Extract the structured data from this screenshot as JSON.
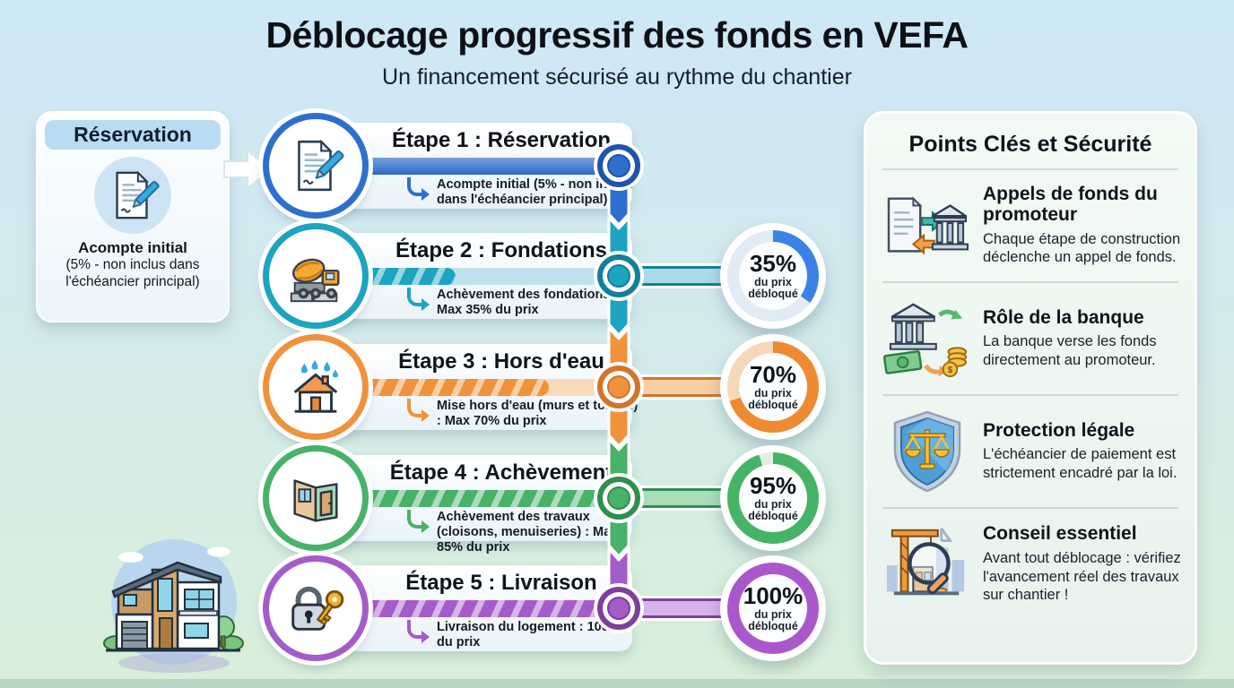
{
  "header": {
    "title": "Déblocage progressif des fonds en VEFA",
    "subtitle": "Un financement sécurisé au rythme du chantier"
  },
  "reservation_panel": {
    "title": "Réservation",
    "icon": "document-pen-icon",
    "label": "Acompte initial",
    "note": "(5% - non inclus dans l'échéancier principal)"
  },
  "timeline": {
    "steps": [
      {
        "title": "Étape 1 : Réservation",
        "description": "Acompte initial (5% - non inclus dans l'échéancier principal)",
        "icon": "document-pen-icon",
        "color": "#2e6fce",
        "bar_fill_pct": 100,
        "striped": false,
        "badge": null
      },
      {
        "title": "Étape 2 : Fondations",
        "description": "Achèvement des fondations : Max 35% du prix",
        "icon": "cement-mixer-truck-icon",
        "color": "#1ca4c0",
        "bar_fill_pct": 44,
        "striped": true,
        "badge": {
          "percent": "35%",
          "caption": "du prix débloqué",
          "pct": 35,
          "color": "#3b82e8",
          "rest": "#e2ebf4"
        }
      },
      {
        "title": "Étape 3 : Hors d'eau",
        "description": "Mise hors d'eau (murs et toiture) : Max 70% du prix",
        "icon": "house-rain-icon",
        "color": "#f0923c",
        "bar_fill_pct": 74,
        "striped": true,
        "badge": {
          "percent": "70%",
          "caption": "du prix débloqué",
          "pct": 70,
          "color": "#ef8a33",
          "rest": "#f6d8b8"
        }
      },
      {
        "title": "Étape 4 : Achèvement",
        "description": "Achèvement des travaux (cloisons, menuiseries) : Max 85% du prix",
        "icon": "interior-walls-icon",
        "color": "#47b268",
        "bar_fill_pct": 100,
        "striped": true,
        "badge": {
          "percent": "95%",
          "caption": "du prix débloqué",
          "pct": 95,
          "color": "#45b467",
          "rest": "#dff0e3"
        }
      },
      {
        "title": "Étape 5 : Livraison",
        "description": "Livraison du logement : 100% du prix",
        "icon": "lock-key-icon",
        "color": "#a45cc9",
        "bar_fill_pct": 100,
        "striped": true,
        "badge": {
          "percent": "100%",
          "caption": "du prix débloqué",
          "pct": 100,
          "color": "#a958cc",
          "rest": "#a958cc"
        }
      }
    ]
  },
  "key_points_panel": {
    "title": "Points Clés et Sécurité",
    "items": [
      {
        "icon": "invoice-bank-icon",
        "title": "Appels de fonds du promoteur",
        "text": "Chaque étape de construction déclenche un appel de fonds."
      },
      {
        "icon": "bank-transfer-icon",
        "title": "Rôle de la banque",
        "text": "La banque verse les fonds directement au promoteur."
      },
      {
        "icon": "shield-scales-icon",
        "title": "Protection légale",
        "text": "L'échéancier de paiement est strictement encadré par la loi."
      },
      {
        "icon": "crane-magnifier-icon",
        "title": "Conseil essentiel",
        "text": "Avant tout déblocage : vérifiez l'avancement réel des travaux sur chantier !"
      }
    ]
  },
  "colors": {
    "background_top": "#cfe8f6",
    "background_bottom": "#d9efd8",
    "step1_blue": "#2e6fce",
    "step2_teal": "#1ca4c0",
    "step3_orange": "#f0923c",
    "step4_green": "#47b268",
    "step5_purple": "#a45cc9",
    "panel_header_blue": "#b9dcf2",
    "text_dark": "#0e141a"
  }
}
